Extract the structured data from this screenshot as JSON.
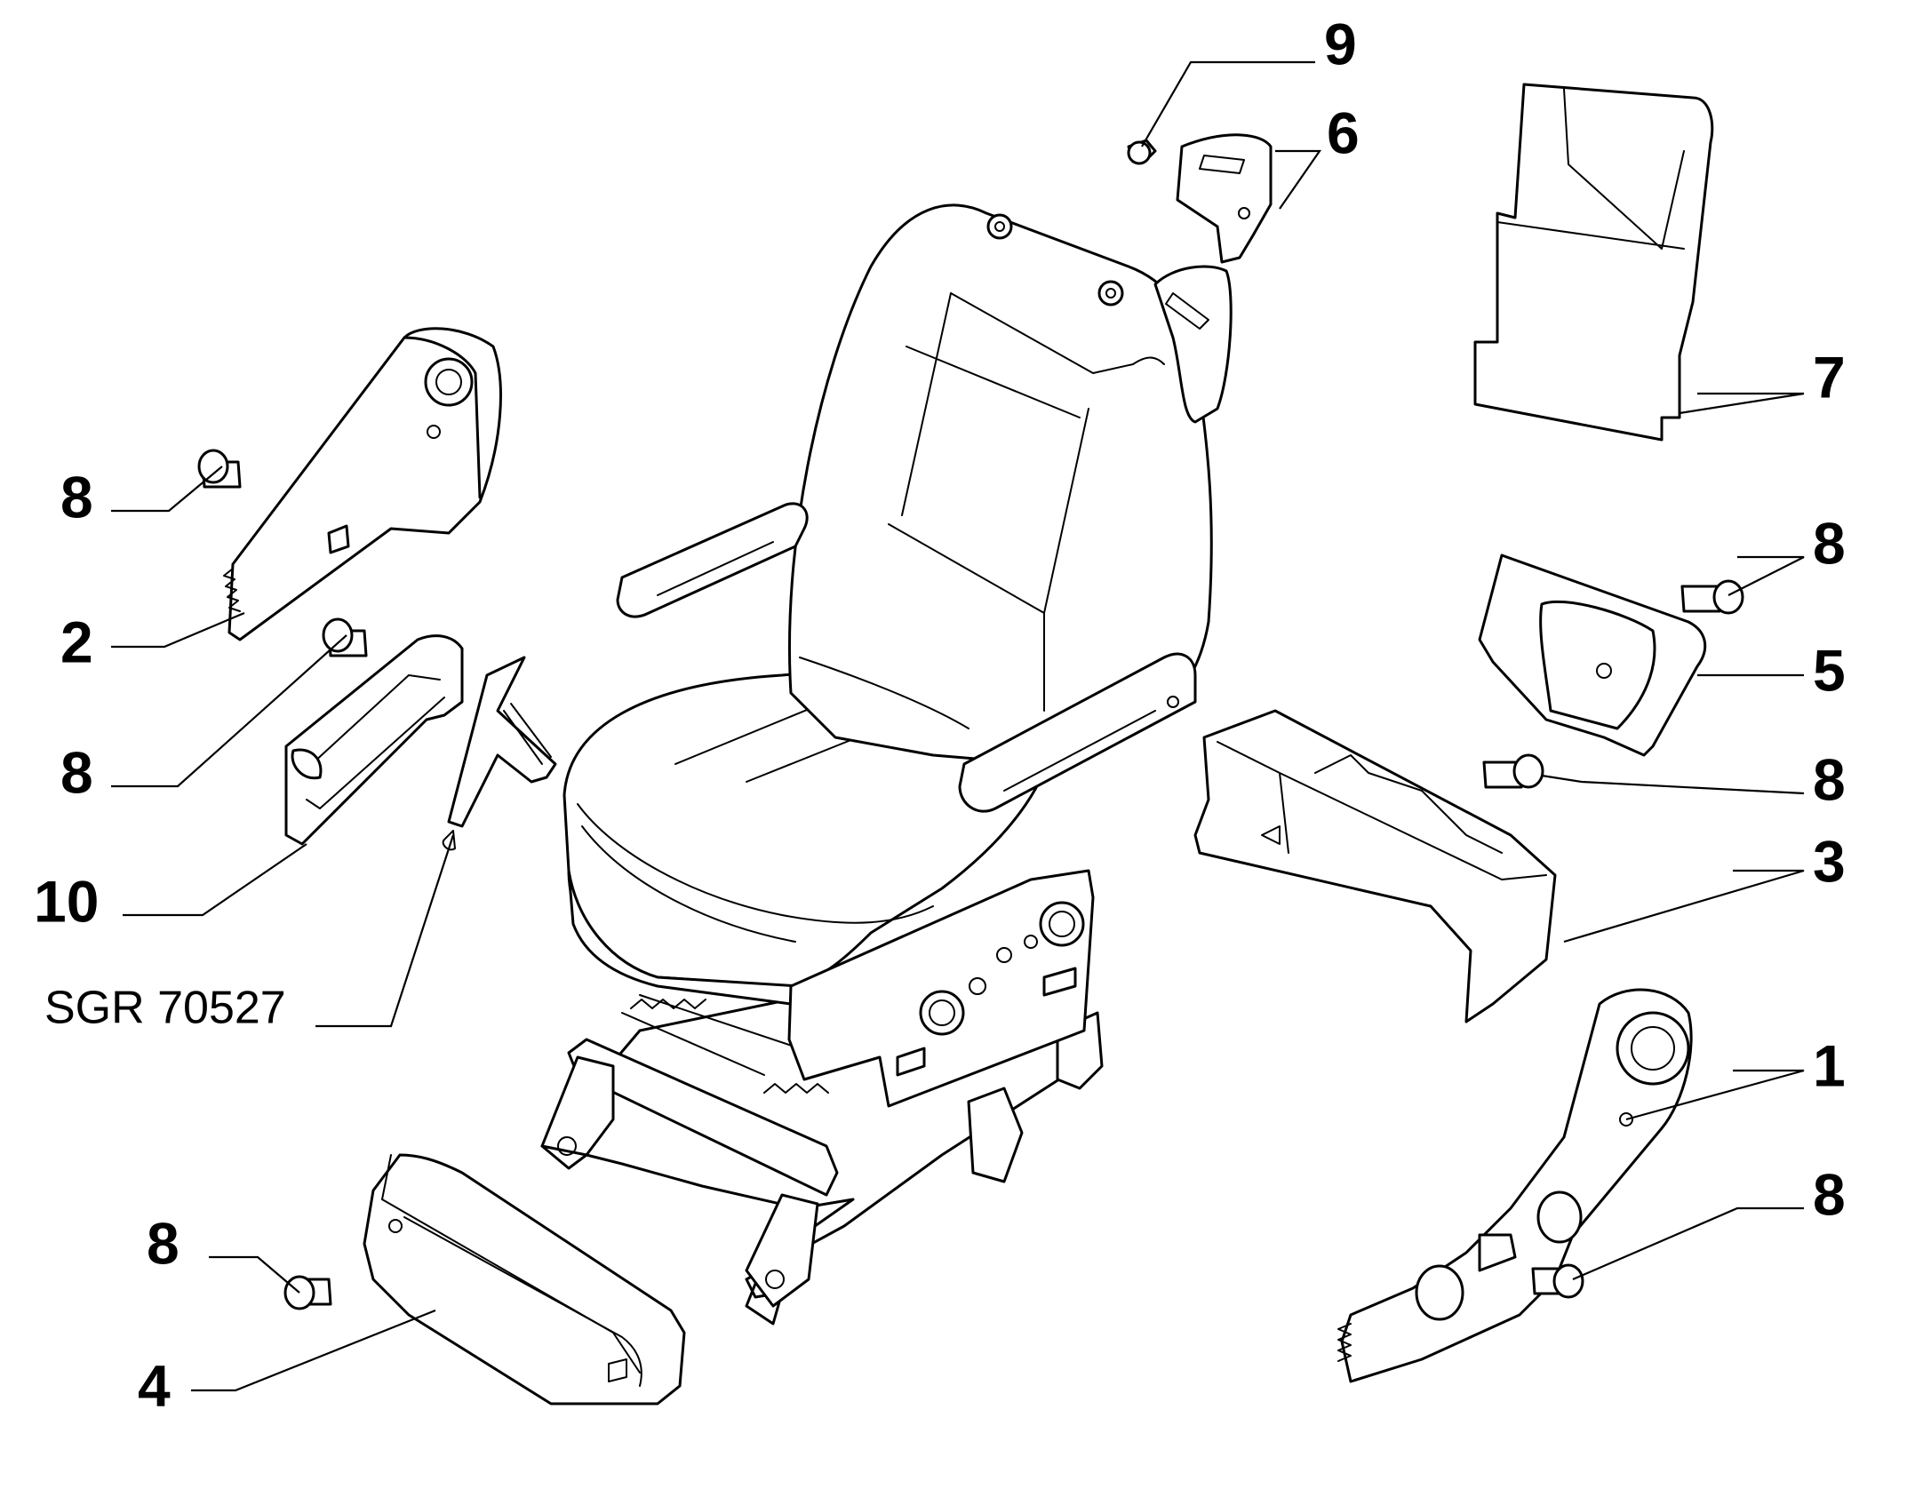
{
  "diagram": {
    "reference_code": "SGR 70527",
    "callouts": {
      "c1": "1",
      "c2": "2",
      "c3": "3",
      "c4": "4",
      "c5": "5",
      "c6": "6",
      "c7": "7",
      "c8a": "8",
      "c8b": "8",
      "c8c": "8",
      "c8d": "8",
      "c8e": "8",
      "c8f": "8",
      "c9": "9",
      "c10": "10"
    }
  }
}
